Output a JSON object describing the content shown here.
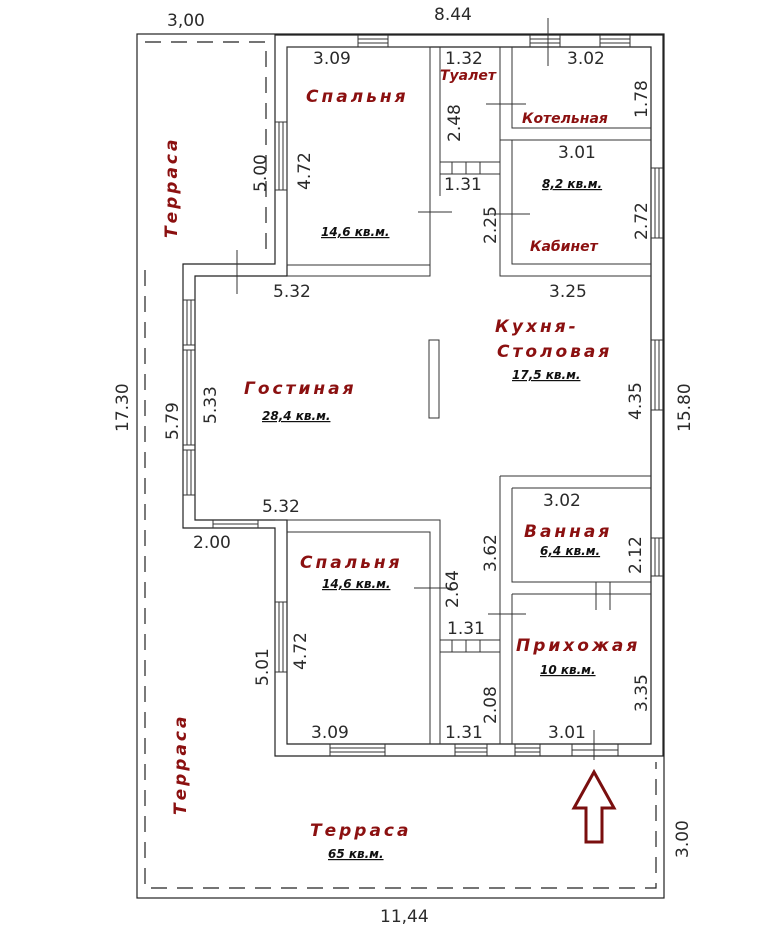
{
  "rooms": {
    "bedroom_top": {
      "label": "Спальня",
      "area": "14,6 кв.м."
    },
    "toilet": {
      "label": "Туалет"
    },
    "boiler": {
      "label": "Котельная"
    },
    "study": {
      "label": "Кабинет",
      "area": "8,2 кв.м."
    },
    "kitchen": {
      "label_line1": "Кухня-",
      "label_line2": "Столовая",
      "area": "17,5 кв.м."
    },
    "living": {
      "label": "Гостиная",
      "area": "28,4 кв.м."
    },
    "bathroom": {
      "label": "Ванная",
      "area": "6,4 кв.м."
    },
    "bedroom_bottom": {
      "label": "Спальня",
      "area": "14,6 кв.м."
    },
    "hall": {
      "label": "Прихожая",
      "area": "10 кв.м."
    },
    "terrace_left_top": {
      "label": "Терраса"
    },
    "terrace_left_bottom": {
      "label": "Терраса"
    },
    "terrace_bottom": {
      "label": "Терраса",
      "area": "65 кв.м."
    }
  },
  "dims": {
    "top_left": "3,00",
    "top_total": "8.44",
    "bottom_total": "11,44",
    "left_total": "17.30",
    "right_total": "15.80",
    "right_bottom": "3.00",
    "bed_top_w": "3.09",
    "bed_top_h": "4.72",
    "toilet_w": "1.32",
    "toilet_h": "2.48",
    "boiler_w": "3.02",
    "boiler_h": "1.78",
    "corr_top_w": "1.31",
    "corr_top_h": "2.25",
    "study_w": "3.01",
    "study_h": "2.72",
    "terr_top_h": "5.00",
    "living_w_top": "5.32",
    "kitchen_w": "3.25",
    "living_h_outer": "5.79",
    "living_h": "5.33",
    "kitchen_h": "4.35",
    "living_w_bottom": "5.32",
    "bath_w": "3.02",
    "bath_h": "2.12",
    "corr_bot_h1": "3.62",
    "bed_bot_h2": "2.64",
    "small_w": "2.00",
    "corr_bot_w": "1.31",
    "terr_bot_h": "5.01",
    "bed_bot_h": "4.72",
    "corr_bot_h2": "2.08",
    "hall_h": "3.35",
    "bed_bot_w": "3.09",
    "corr_bot_w2": "1.31",
    "hall_w": "3.01"
  }
}
